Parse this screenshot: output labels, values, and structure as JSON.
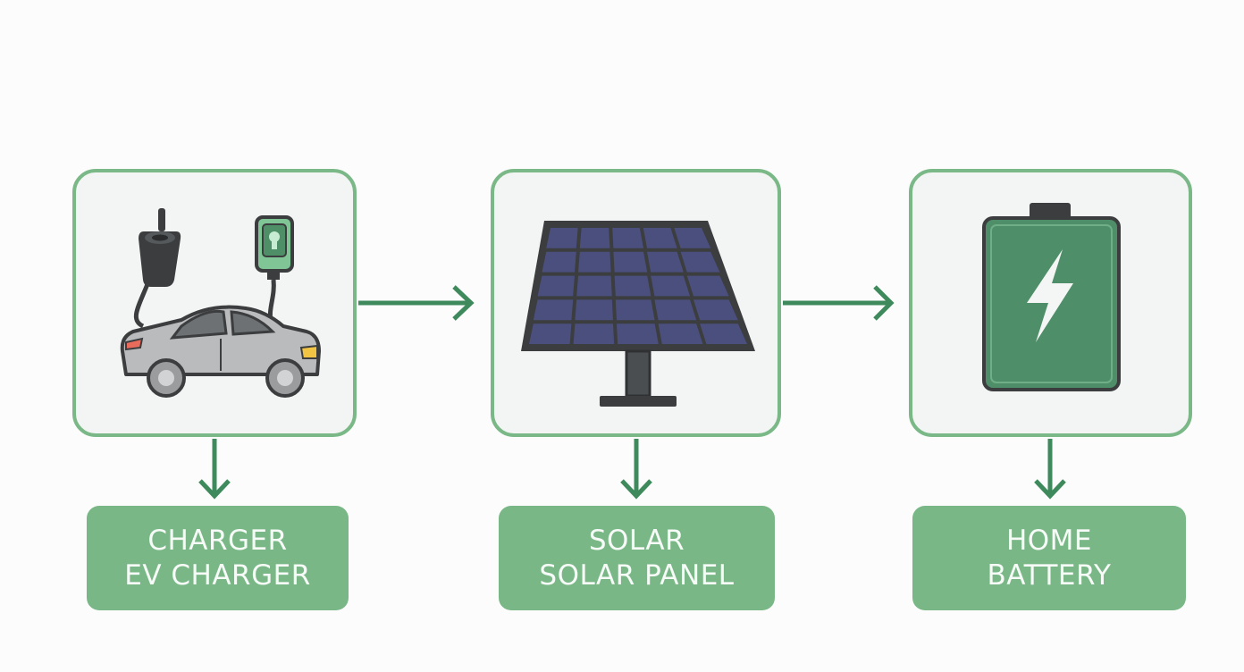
{
  "colors": {
    "card_border": "#7bb887",
    "card_fill": "#f3f5f4",
    "arrow": "#3f8a5c",
    "label_fill": "#79b786",
    "label_text": "#f7fbf8",
    "battery_body": "#4e8f69",
    "solar_cell": "#4a4f7e"
  },
  "nodes": [
    {
      "id": "charger",
      "icon": "ev-charging-car-icon",
      "label_line1": "CHARGER",
      "label_line2": "EV CHARGER"
    },
    {
      "id": "solar",
      "icon": "solar-panel-icon",
      "label_line1": "SOLAR",
      "label_line2": "SOLAR PANEL"
    },
    {
      "id": "battery",
      "icon": "home-battery-icon",
      "label_line1": "HOME",
      "label_line2": "BATTERY"
    }
  ],
  "edges": [
    {
      "from": "charger",
      "to": "solar"
    },
    {
      "from": "solar",
      "to": "battery"
    }
  ]
}
